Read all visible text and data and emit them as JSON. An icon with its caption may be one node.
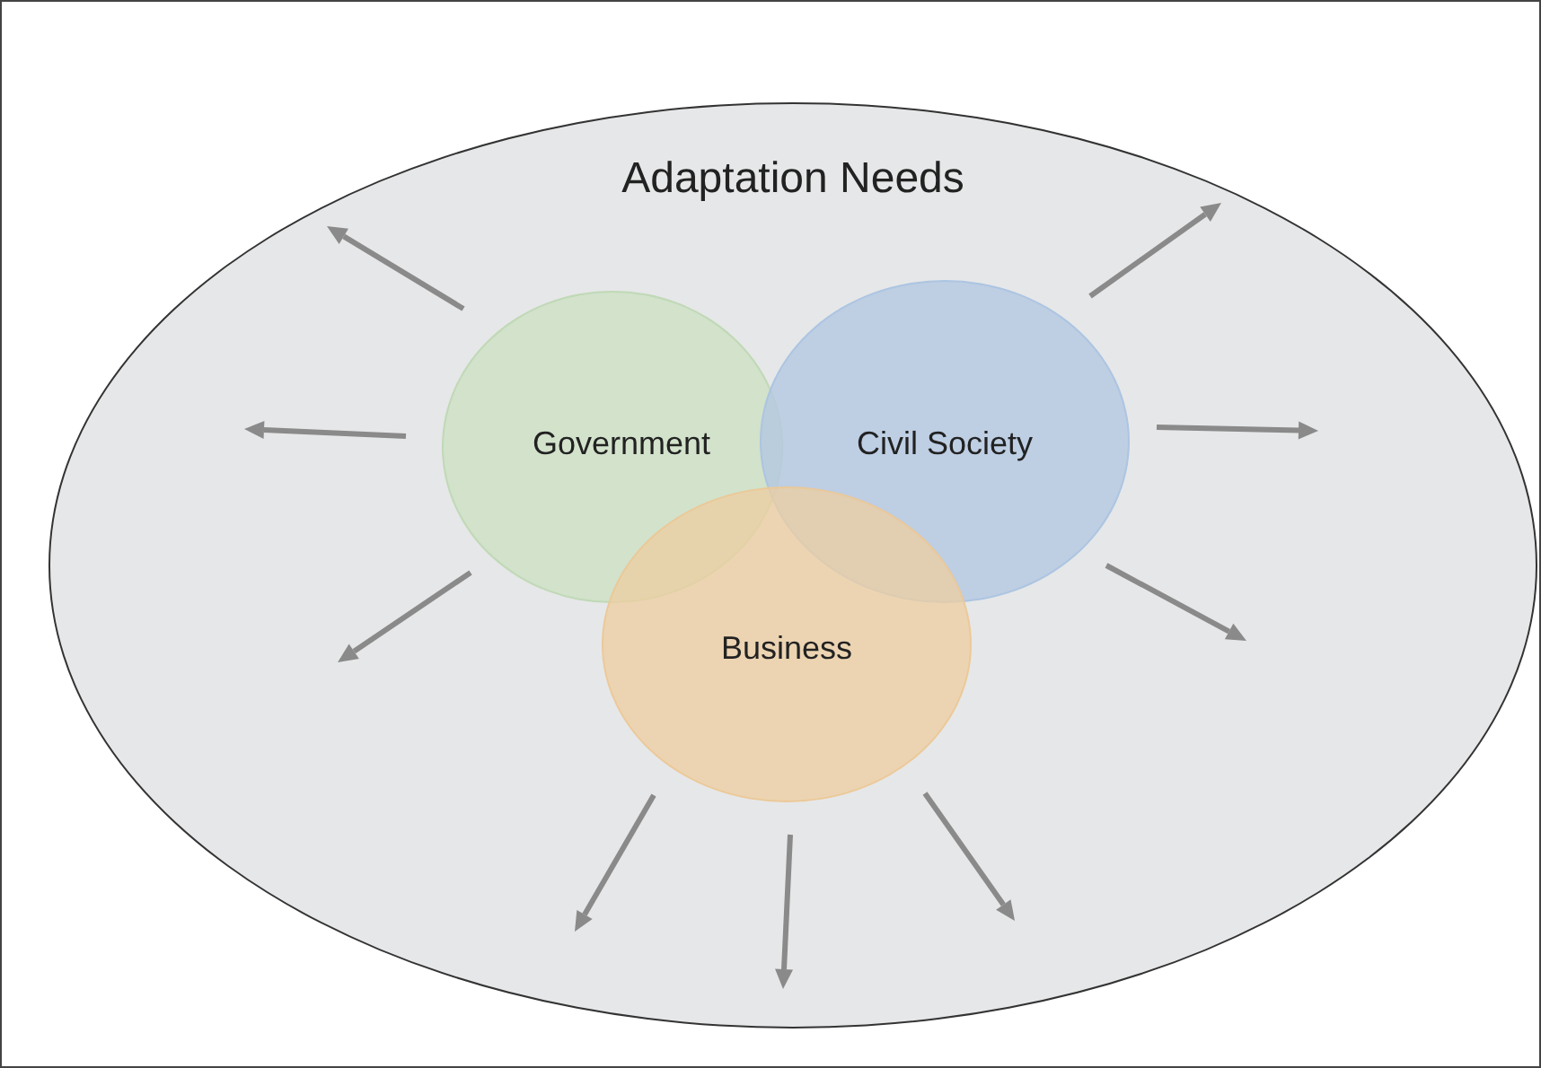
{
  "diagram": {
    "nodes": [
      {
        "text": [
          "Adaptation Needs"
        ]
      },
      {
        "text": [
          "Government"
        ],
        "in": 0
      },
      {
        "text": [
          "Civil Society"
        ],
        "in": 0
      },
      {
        "text": [
          "Business"
        ],
        "in": 0
      }
    ]
  }
}
